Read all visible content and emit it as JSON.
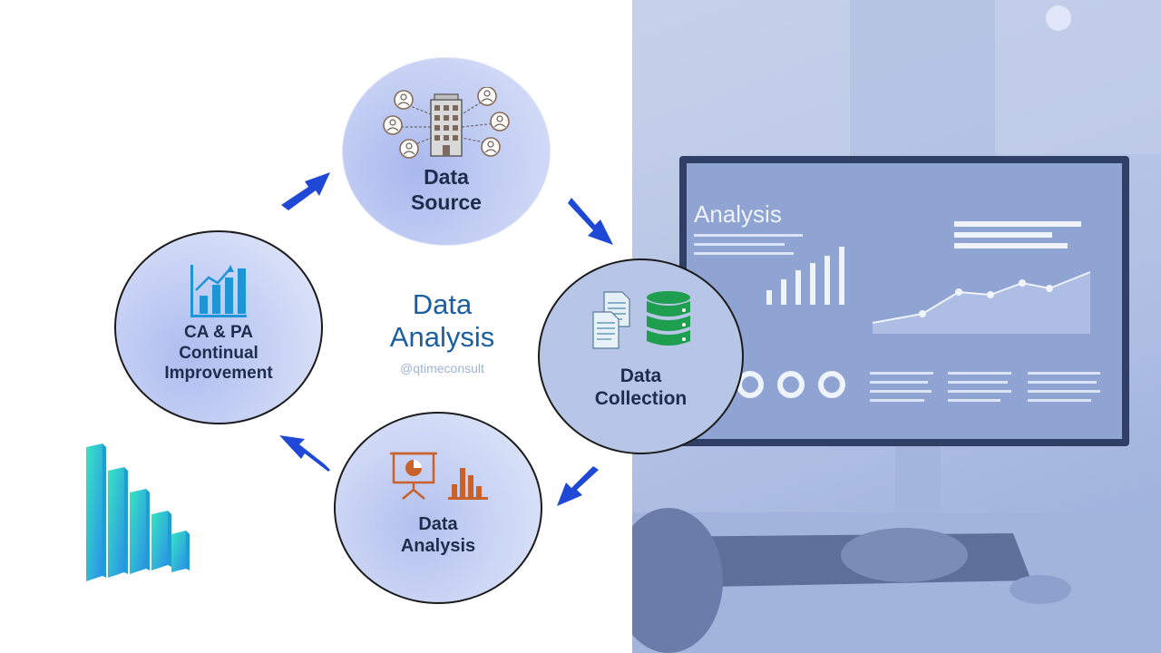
{
  "title": "Data\nAnalysis",
  "handle": "@qtimeconsult",
  "nodes": {
    "source": "Data\nSource",
    "collection": "Data\nCollection",
    "analysis": "Data\nAnalysis",
    "improvement": "CA & PA\nContinual\nImprovement"
  },
  "monitor": {
    "heading": "Analysis"
  },
  "colors": {
    "arrow": "#1f48d6",
    "title": "#1b5fa0",
    "panel": "#b8c6e6",
    "database": "#1e9e4e",
    "presentation": "#c8622a",
    "chart_icon": "#1e95d6"
  },
  "icons": [
    "people-network-icon",
    "document-stack-icon",
    "database-icon",
    "presentation-icon",
    "bar-chart-icon",
    "growth-chart-icon",
    "3d-bars-icon"
  ]
}
